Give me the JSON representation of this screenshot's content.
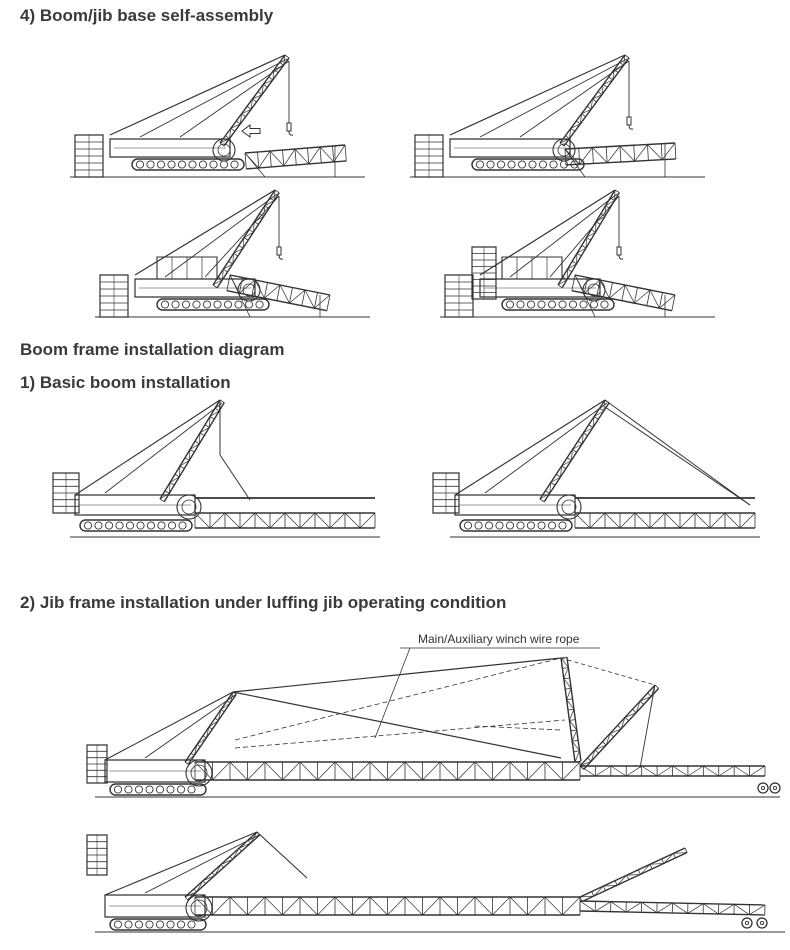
{
  "sections": {
    "self_assembly": {
      "title": "4) Boom/jib base self-assembly"
    },
    "frame_diagram": {
      "title": "Boom frame installation diagram"
    },
    "basic_boom": {
      "title": "1) Basic boom installation"
    },
    "luffing_jib": {
      "title": "2) Jib frame installation under luffing jib operating condition",
      "callout": "Main/Auxiliary winch wire rope"
    }
  },
  "icons": [
    "crawler-crane-icon",
    "lattice-boom-icon",
    "arrow-left-icon",
    "hook-icon",
    "wheel-icon"
  ],
  "colors": {
    "line": "#333333",
    "text": "#3a3a3a",
    "background": "#ffffff"
  }
}
